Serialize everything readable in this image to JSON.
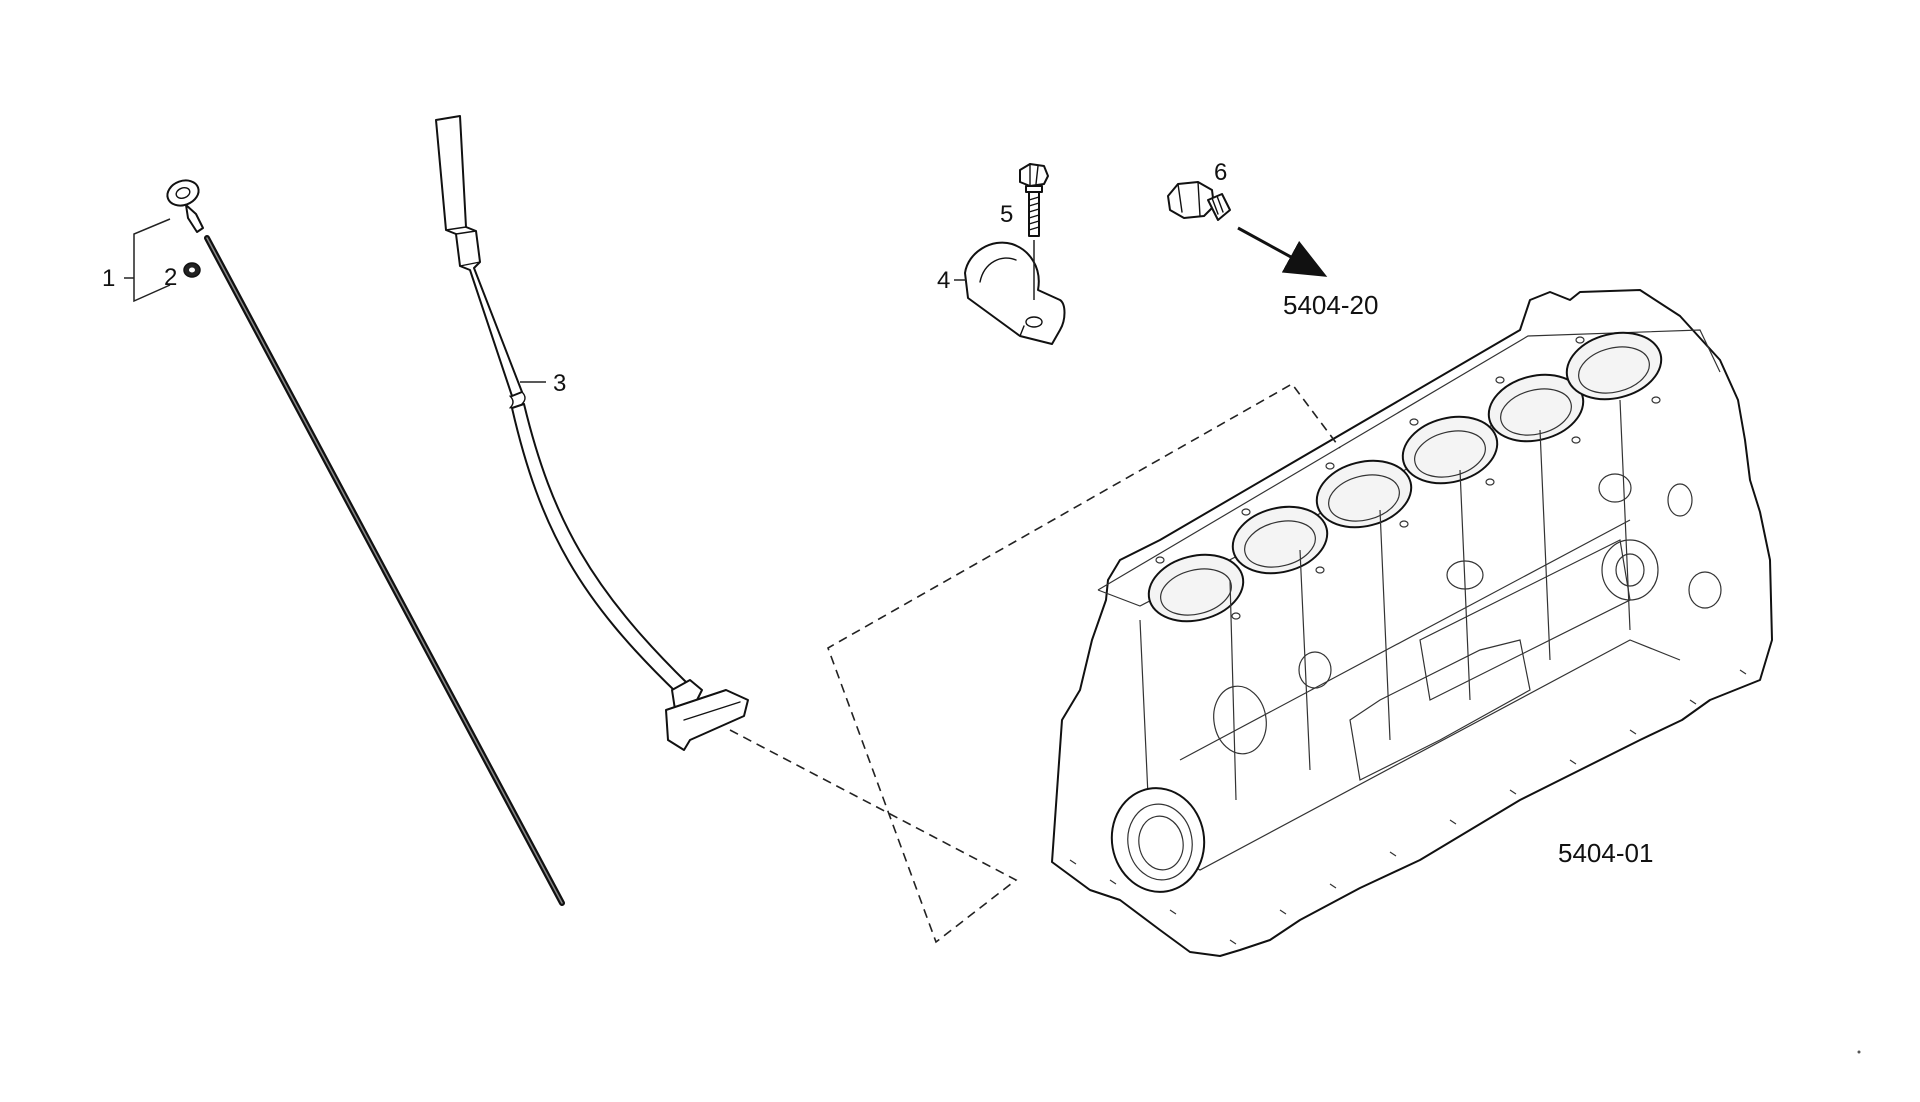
{
  "callouts": [
    {
      "id": "1",
      "label": "1"
    },
    {
      "id": "2",
      "label": "2"
    },
    {
      "id": "3",
      "label": "3"
    },
    {
      "id": "4",
      "label": "4"
    },
    {
      "id": "5",
      "label": "5"
    },
    {
      "id": "6",
      "label": "6"
    }
  ],
  "references": {
    "plug_group": "5404-20",
    "engine_block": "5404-01"
  },
  "colors": {
    "line": "#111111",
    "background": "#ffffff"
  }
}
